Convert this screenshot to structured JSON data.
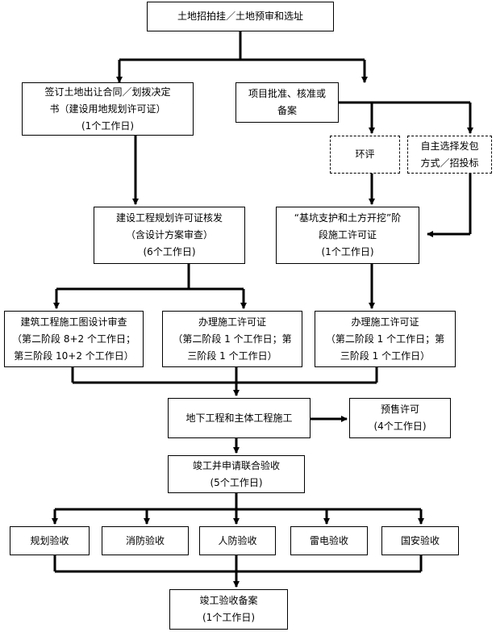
{
  "nodes": {
    "n1": "土地招拍挂／土地预审和选址",
    "n2": {
      "l1": "签订土地出让合同／划拨决定",
      "l2": "书（建设用地规划许可证）",
      "l3": "(1个工作日)"
    },
    "n3": {
      "l1": "项目批准、核准或",
      "l2": "备案"
    },
    "n4": "环评",
    "n5": {
      "l1": "自主选择发包",
      "l2": "方式／招投标"
    },
    "n6": {
      "l1": "建设工程规划许可证核发",
      "l2": "（含设计方案审查）",
      "l3": "(6个工作日)"
    },
    "n7": {
      "l1": "“基坑支护和土方开挖”阶",
      "l2": "段施工许可证",
      "l3": "(1个工作日)"
    },
    "n8": {
      "l1": "建筑工程施工图设计审查",
      "l2": "（第二阶段 8+2 个工作日；",
      "l3": "第三阶段 10+2 个工作日）"
    },
    "n9": {
      "l1": "办理施工许可证",
      "l2": "（第二阶段 1 个工作日；第",
      "l3": "三阶段 1 个工作日）"
    },
    "n10": {
      "l1": "办理施工许可证",
      "l2": "（第二阶段 1 个工作日；第",
      "l3": "三阶段 1 个工作日）"
    },
    "n11": "地下工程和主体工程施工",
    "n12": {
      "l1": "预售许可",
      "l2": "(4个工作日)"
    },
    "n13": {
      "l1": "竣工并申请联合验收",
      "l2": "(5个工作日)"
    },
    "n14": "规划验收",
    "n15": "消防验收",
    "n16": "人防验收",
    "n17": "雷电验收",
    "n18": "国安验收",
    "n19": {
      "l1": "竣工验收备案",
      "l2": "(1个工作日)"
    }
  }
}
